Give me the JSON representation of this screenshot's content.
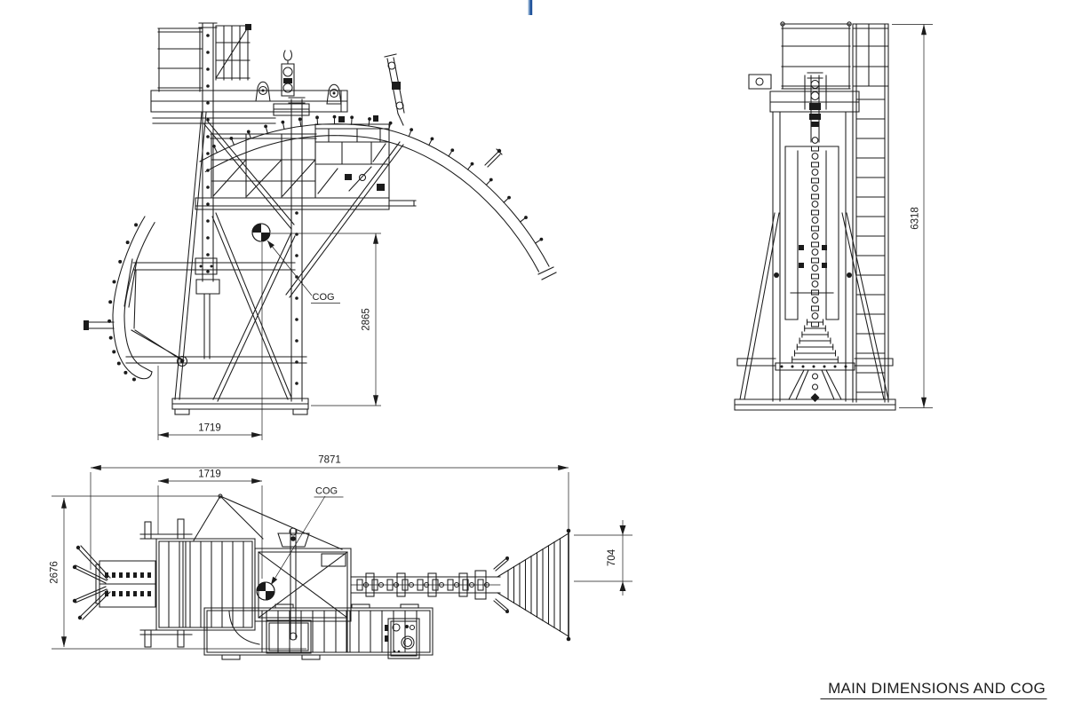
{
  "title": {
    "text": "MAIN DIMENSIONS AND COG"
  },
  "labels": {
    "cog": "COG"
  },
  "dimensions": {
    "side_view": {
      "cog_height_above_base": "2865",
      "cog_horizontal_offset": "1719"
    },
    "plan_view": {
      "overall_length": "7871",
      "cog_horizontal_offset": "1719",
      "overall_width": "2676",
      "chute_mouth_half_width": "704"
    },
    "rear_view": {
      "overall_height": "6318"
    }
  },
  "colors": {
    "background": "#ffffff",
    "line": "#1b1b1b",
    "marker_blue_dark": "#20539b",
    "marker_blue_light": "#7fa3cd"
  }
}
